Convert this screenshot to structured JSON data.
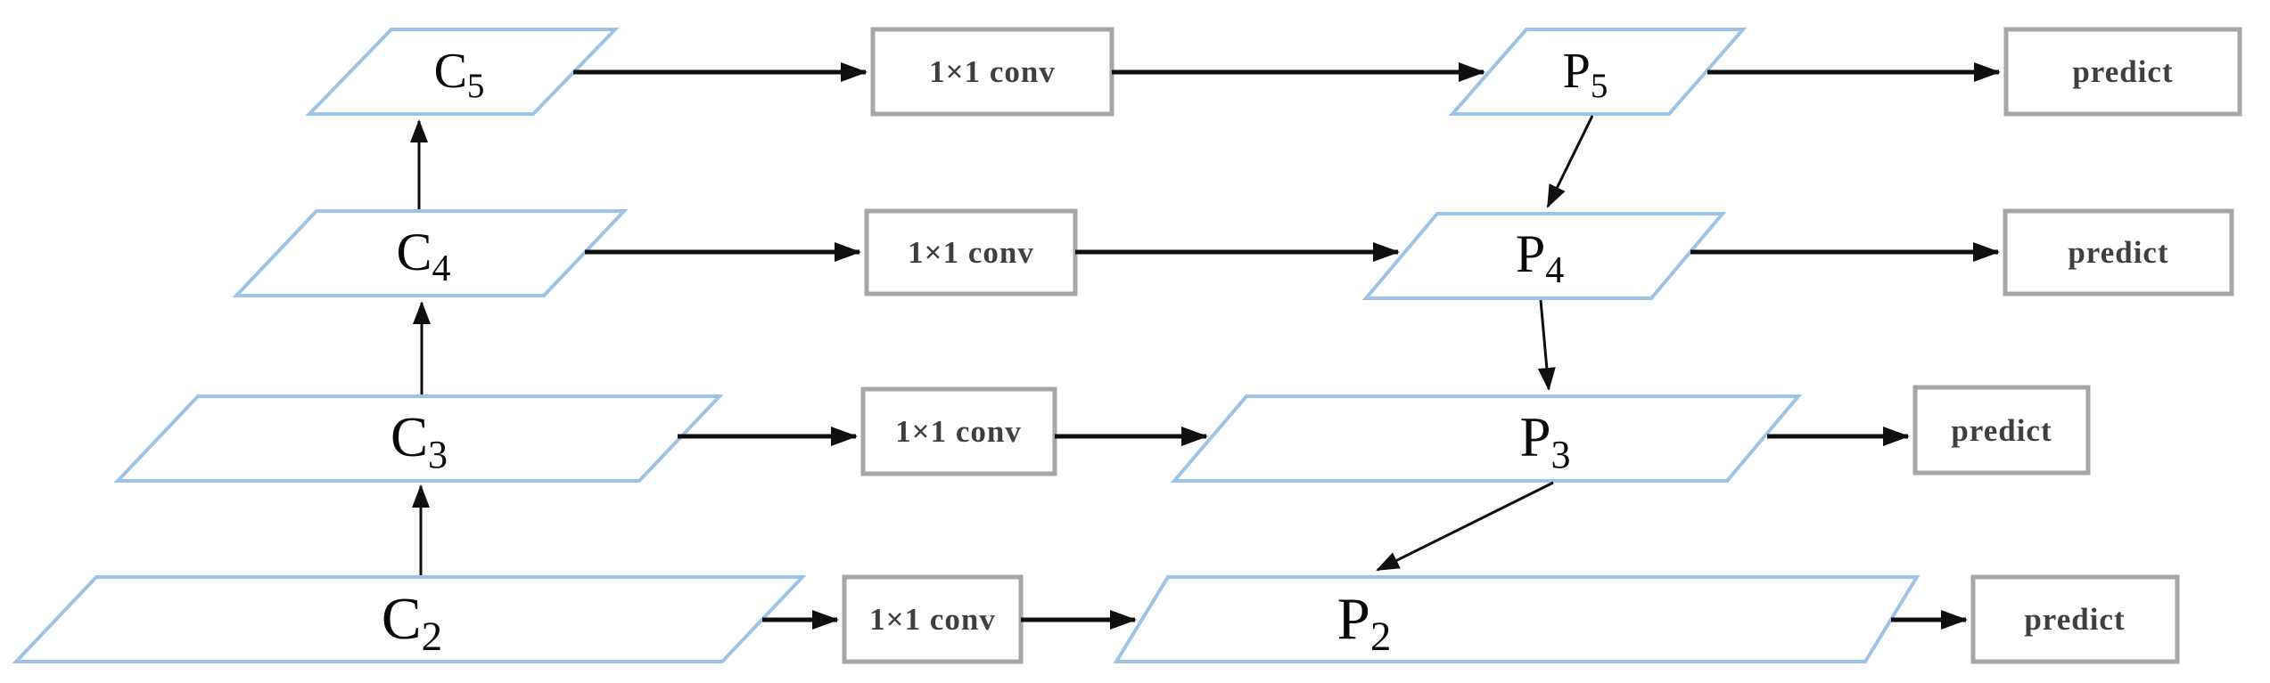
{
  "diagram_type": "feature-pyramid-network-flowchart",
  "colors": {
    "node_border": "#9dc3e6",
    "box_border": "#a6a6a6",
    "box_text": "#3f3f3f",
    "arrow": "#0f0f0f",
    "label": "#0a0a0a",
    "background": "#ffffff"
  },
  "rows": [
    {
      "c": {
        "letter": "C",
        "sub": "5"
      },
      "conv_label": "1×1 conv",
      "p": {
        "letter": "P",
        "sub": "5"
      },
      "predict_label": "predict"
    },
    {
      "c": {
        "letter": "C",
        "sub": "4"
      },
      "conv_label": "1×1 conv",
      "p": {
        "letter": "P",
        "sub": "4"
      },
      "predict_label": "predict"
    },
    {
      "c": {
        "letter": "C",
        "sub": "3"
      },
      "conv_label": "1×1 conv",
      "p": {
        "letter": "P",
        "sub": "3"
      },
      "predict_label": "predict"
    },
    {
      "c": {
        "letter": "C",
        "sub": "2"
      },
      "conv_label": "1×1 conv",
      "p": {
        "letter": "P",
        "sub": "2"
      },
      "predict_label": "predict"
    }
  ]
}
